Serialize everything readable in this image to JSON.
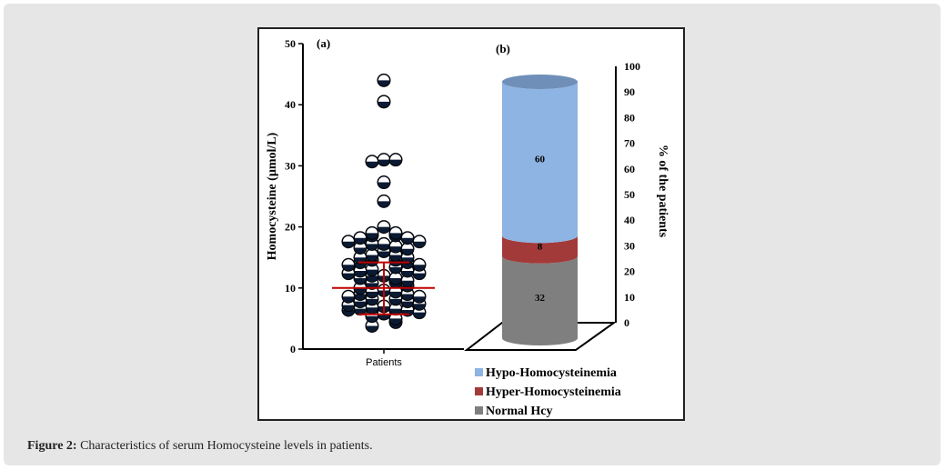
{
  "caption": {
    "label": "Figure 2:",
    "text": " Characteristics of serum Homocysteine levels in patients."
  },
  "chart_data": [
    {
      "type": "scatter",
      "panel_label": "(a)",
      "ylabel": "Homocysteine (µmol/L)",
      "xlabel": "",
      "categories": [
        "Patients"
      ],
      "ylim": [
        0,
        50
      ],
      "yticks": [
        "0",
        "10",
        "20",
        "30",
        "40",
        "50"
      ],
      "values": [
        44,
        40.5,
        31,
        30.7,
        31,
        27.3,
        24.2,
        20,
        19,
        19,
        18.6,
        18.6,
        18.2,
        18.2,
        17.6,
        17.6,
        17.2,
        17.2,
        16.8,
        16.6,
        16.4,
        16,
        15.4,
        15.4,
        15,
        15,
        14.6,
        14.6,
        14.2,
        14.2,
        13.8,
        13.8,
        13.4,
        13,
        12.8,
        12.8,
        12.4,
        12.4,
        12,
        12,
        11.6,
        11.6,
        11.2,
        11,
        10.8,
        10.4,
        10,
        9.6,
        9.4,
        9.4,
        9,
        9,
        8.6,
        8.6,
        8.2,
        8.2,
        7.8,
        7.8,
        7.4,
        7.2,
        7,
        6.8,
        6.6,
        6.6,
        6.4,
        6.4,
        6,
        5.8,
        5.4,
        5,
        4.4,
        3.8
      ],
      "mean": 10,
      "sd_low": 5.7,
      "sd_high": 14.2,
      "colors": {
        "dot": "#0b1a33",
        "mean": "#c00000"
      }
    },
    {
      "type": "bar",
      "style": "3d-stacked-cylinder",
      "panel_label": "(b)",
      "ylabel": "% of the patients",
      "ylim": [
        0,
        100
      ],
      "yticks": [
        "0",
        "10",
        "20",
        "30",
        "40",
        "50",
        "60",
        "70",
        "80",
        "90",
        "100"
      ],
      "series": [
        {
          "name": "Normal Hcy",
          "value": 32,
          "label": "32",
          "color": "#7f7f7f"
        },
        {
          "name": "Hyper-Homocysteinemia",
          "value": 8,
          "label": "8",
          "color": "#a33a3a"
        },
        {
          "name": "Hypo-Homocysteinemia",
          "value": 60,
          "label": "60",
          "color": "#8db4e2"
        }
      ],
      "legend": [
        "Hypo-Homocysteinemia",
        "Hyper-Homocysteinemia",
        "Normal Hcy"
      ],
      "legend_placement": "bottom"
    }
  ]
}
